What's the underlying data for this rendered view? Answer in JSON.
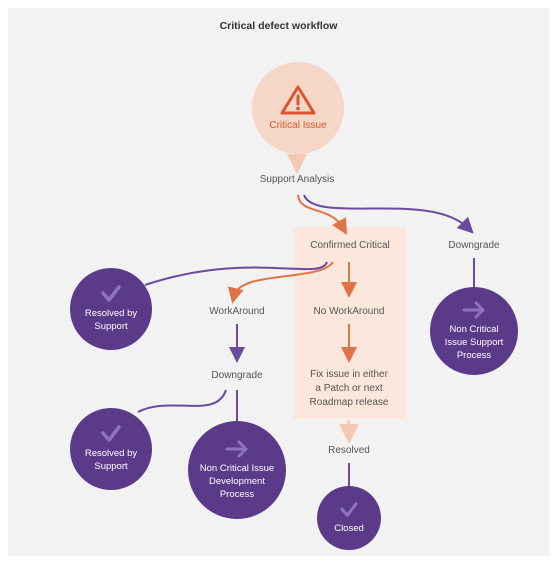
{
  "title": "Critical defect workflow",
  "nodes": {
    "critical_issue": "Critical Issue",
    "support_analysis": "Support Analysis",
    "confirmed_critical": "Confirmed Critical",
    "downgrade_top": "Downgrade",
    "workaround": "WorkAround",
    "no_workaround": "No WorkAround",
    "downgrade_mid": "Downgrade",
    "fix_issue": "Fix issue in either\na Patch or next\nRoadmap release",
    "resolved": "Resolved",
    "resolved_support_1": "Resolved by\nSupport",
    "non_critical_support": "Non Critical\nIssue Support\nProcess",
    "resolved_support_2": "Resolved by\nSupport",
    "non_critical_dev": "Non Critical Issue\nDevelopment\nProcess",
    "closed": "Closed"
  },
  "colors": {
    "purple": "#5b3a8a",
    "orange": "#e07448",
    "light_orange": "#f6d6c6",
    "highlight_band": "#fbe7dc",
    "warning_red": "#d9552f"
  },
  "icons": {
    "critical_issue": "warning-triangle-icon",
    "resolved": "check-icon",
    "process": "arrow-right-icon"
  }
}
